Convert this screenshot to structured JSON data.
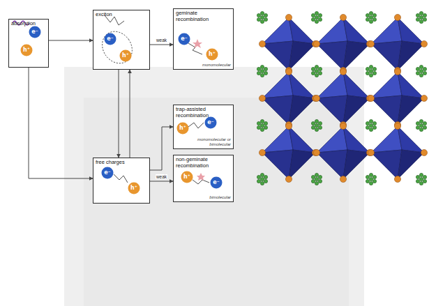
{
  "diagram": {
    "nodes": [
      {
        "text": [
          "absorption"
        ]
      },
      {
        "text": [
          "exciton"
        ]
      },
      {
        "text": [
          "geminate recombination",
          "monomolecular"
        ]
      },
      {
        "text": [
          "trap-assisted recombination",
          "monomolecular or bimolecular"
        ]
      },
      {
        "text": [
          "free charges"
        ]
      },
      {
        "text": [
          "non-geminate recombination",
          "bimolecular"
        ]
      }
    ],
    "edges": [
      {
        "from": 0,
        "to": 1,
        "arrow": "to"
      },
      {
        "from": 0,
        "to": 4,
        "arrow": "to"
      },
      {
        "from": 1,
        "to": 4,
        "arrow": "to"
      },
      {
        "from": 4,
        "to": 1,
        "arrow": "to"
      },
      {
        "from": 1,
        "to": 2,
        "label": "weak",
        "arrow": "to"
      },
      {
        "from": 4,
        "to": 3,
        "arrow": "to"
      },
      {
        "from": 4,
        "to": 5,
        "label": "weak",
        "arrow": "to"
      }
    ],
    "labels": [
      "e⁻",
      "h⁺",
      "e⁻",
      "h⁺",
      "e⁻",
      "h⁺",
      "h⁺",
      "e⁻",
      "e⁻",
      "h⁺",
      "h⁺",
      "e⁻"
    ]
  }
}
